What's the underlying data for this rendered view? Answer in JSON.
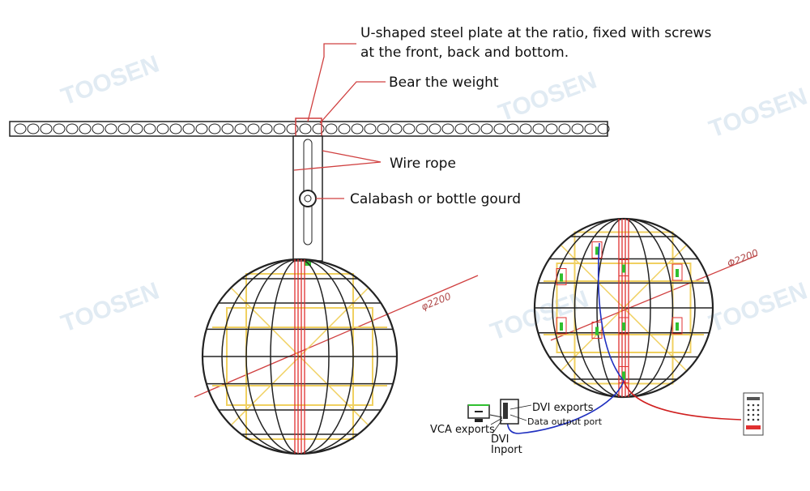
{
  "watermark": "TOOSEN",
  "labels": {
    "u_plate_line1": "U-shaped steel plate at the ratio, fixed with screws",
    "u_plate_line2": "at the front, back and bottom.",
    "bear_weight": "Bear the weight",
    "wire_rope": "Wire rope",
    "calabash": "Calabash or bottle gourd",
    "diameter_left": "φ2200",
    "diameter_right": "Φ2200",
    "dvi_exports": "DVI exports",
    "data_output_port": "Data output port",
    "vca_exports": "VCA exports",
    "dvi_inport_line1": "DVI",
    "dvi_inport_line2": "Inport"
  },
  "colors": {
    "frame": "#222222",
    "yellow": "#f0d060",
    "red": "#e03030",
    "blue": "#2030c0",
    "green": "#30c030",
    "leader": "#d04040"
  }
}
